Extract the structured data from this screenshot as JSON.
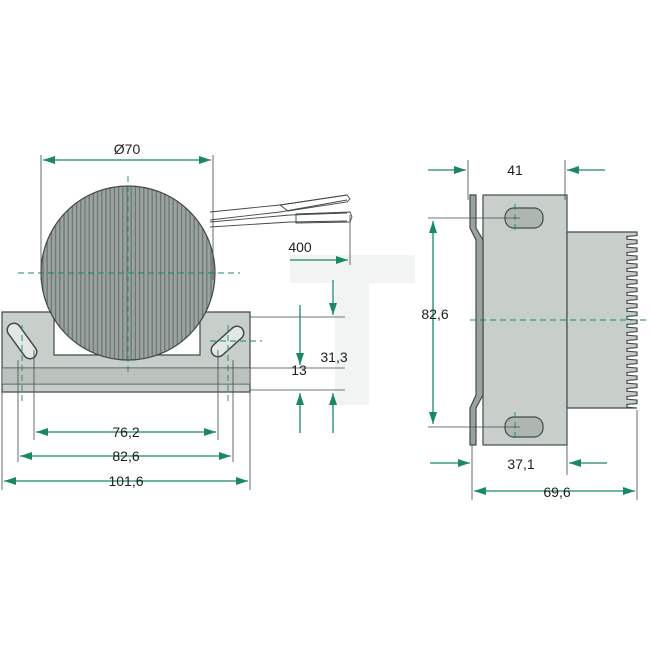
{
  "colors": {
    "body_fill": "#c8cfcb",
    "body_dark": "#9aa39f",
    "rib": "#6f7773",
    "dimension_line": "#1a8a5e",
    "outline": "#444a48",
    "watermark": "#f2f4f3"
  },
  "front_view": {
    "diameter_label": "Ø70",
    "cable_length_label": "400",
    "width_76": "76,2",
    "width_82": "82,6",
    "width_101": "101,6",
    "foot_thickness": "13",
    "foot_height": "31,3"
  },
  "side_view": {
    "depth_41": "41",
    "height_82": "82,6",
    "depth_37": "37,1",
    "depth_69": "69,6"
  },
  "watermark_letter": "T"
}
